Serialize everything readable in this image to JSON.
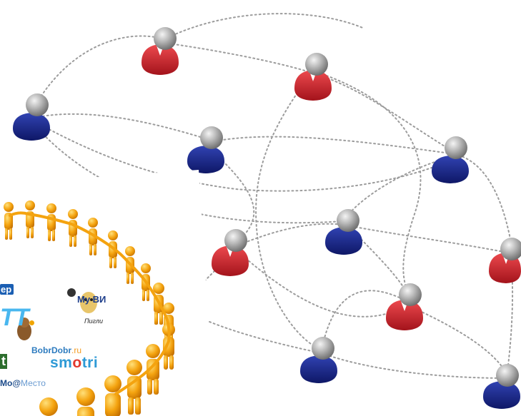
{
  "scene": {
    "network": {
      "red_color": "#d62630",
      "blue_color": "#1c2a8e",
      "head_color": "#a9a9a9",
      "link_color": "#9a9a9a",
      "people": [
        {
          "id": "r1",
          "team": "red"
        },
        {
          "id": "r2",
          "team": "red"
        },
        {
          "id": "b1",
          "team": "blue"
        },
        {
          "id": "b2",
          "team": "blue"
        },
        {
          "id": "b3",
          "team": "blue"
        },
        {
          "id": "b4",
          "team": "blue"
        },
        {
          "id": "r3",
          "team": "red"
        },
        {
          "id": "r4",
          "team": "red"
        },
        {
          "id": "r5",
          "team": "red"
        },
        {
          "id": "b5",
          "team": "blue"
        },
        {
          "id": "b6",
          "team": "blue"
        }
      ]
    },
    "circle": {
      "figure_color": "#f4a30f",
      "figure_count": 20
    },
    "logos": {
      "er": "ер",
      "tt": "TT",
      "muvi": "Му ВИ",
      "pigli": "Пигли",
      "bobr": "BobrDobr",
      "bobr_ru": ".ru",
      "smotri_a": "sm",
      "smotri_b": "o",
      "smotri_c": "tri",
      "k": "t",
      "moe": "Мо",
      "moe_at": "@",
      "moe_mesto": "Место"
    }
  }
}
